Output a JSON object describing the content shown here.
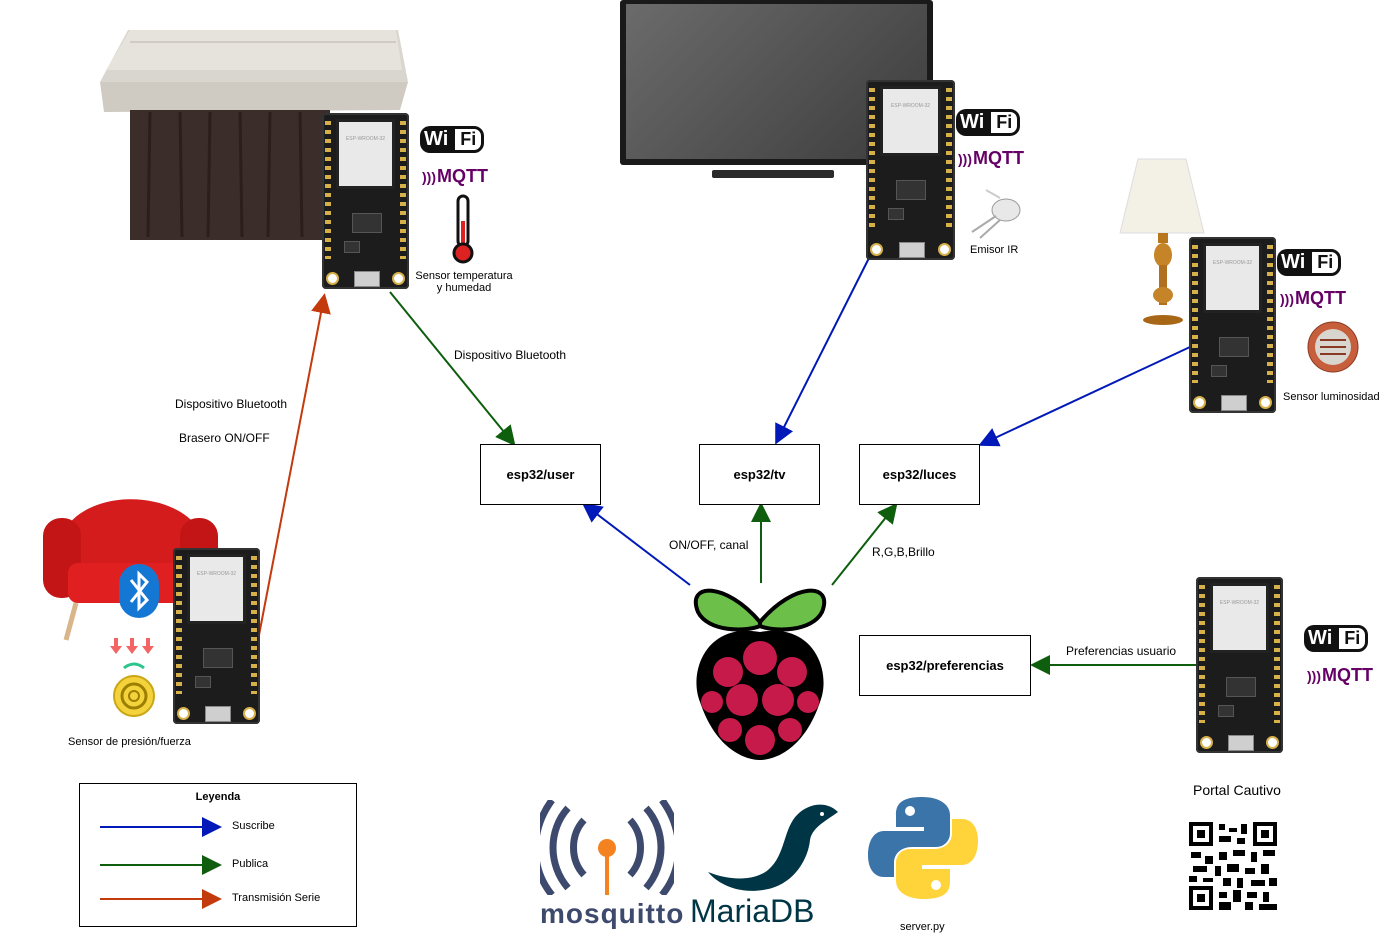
{
  "boxes": {
    "user": "esp32/user",
    "tv": "esp32/tv",
    "luces": "esp32/luces",
    "preferencias": "esp32/preferencias"
  },
  "labels": {
    "bt_top": "Dispositivo Bluetooth",
    "bt_left": "Dispositivo Bluetooth",
    "brasero": "Brasero ON/OFF",
    "onoff_canal": "ON/OFF, canal",
    "rgb": "R,G,B,Brillo",
    "pref_usuario": "Preferencias usuario",
    "sensor_temp": "Sensor temperatura\ny humedad",
    "emisor_ir": "Emisor IR",
    "sensor_lum": "Sensor luminosidad",
    "sensor_presion": "Sensor de presión/fuerza",
    "portal": "Portal Cautivo",
    "server": "server.py",
    "mosquitto": "mosquitto",
    "mariadb": "MariaDB"
  },
  "badges": {
    "wifi_w": "Wi",
    "wifi_f": "Fi",
    "mqtt": "MQTT"
  },
  "legend": {
    "title": "Leyenda",
    "items": [
      {
        "label": "Suscribe",
        "color": "#0019b8"
      },
      {
        "label": "Publica",
        "color": "#0e5e0e"
      },
      {
        "label": "Transmisión Serie",
        "color": "#c33a0c"
      }
    ]
  },
  "colors": {
    "subscribe": "#0019b8",
    "publish": "#0e5e0e",
    "serial": "#c33a0c"
  },
  "icons": [
    "wifi-logo",
    "mqtt-logo",
    "thermometer-icon",
    "ir-led-icon",
    "light-sensor-icon",
    "bluetooth-icon",
    "pressure-sensor-icon",
    "raspberry-pi-logo",
    "qr-code",
    "python-logo",
    "mosquitto-logo",
    "mariadb-logo"
  ]
}
